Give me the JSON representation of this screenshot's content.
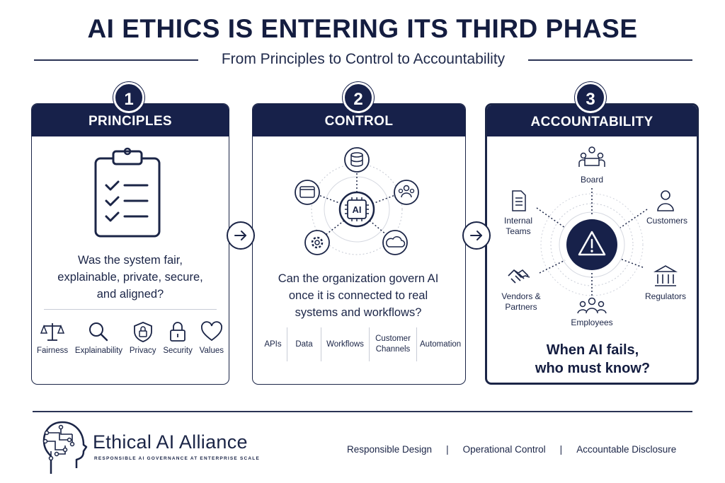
{
  "header": {
    "title": "AI ETHICS IS ENTERING ITS THIRD PHASE",
    "subtitle": "From Principles to Control to Accountability"
  },
  "phases": [
    {
      "number": "1",
      "title": "PRINCIPLES",
      "question": [
        "Was the system fair,",
        "explainable, private, secure,",
        "and aligned?"
      ],
      "items": [
        {
          "label": "Fairness",
          "icon": "scales-icon"
        },
        {
          "label": "Explainability",
          "icon": "magnifier-icon"
        },
        {
          "label": "Privacy",
          "icon": "shield-lock-icon"
        },
        {
          "label": "Security",
          "icon": "padlock-icon"
        },
        {
          "label": "Values",
          "icon": "heart-icon"
        }
      ]
    },
    {
      "number": "2",
      "title": "CONTROL",
      "hub_label": "AI",
      "question": [
        "Can the organization govern AI",
        "once it is connected to real",
        "systems and workflows?"
      ],
      "items": [
        "APIs",
        "Data",
        "Workflows",
        "Customer Channels",
        "Automation"
      ],
      "items_display": [
        [
          "APIs"
        ],
        [
          "Data"
        ],
        [
          "Workflows"
        ],
        [
          "Customer",
          "Channels"
        ],
        [
          "Automation"
        ]
      ]
    },
    {
      "number": "3",
      "title": "ACCOUNTABILITY",
      "stakeholders": [
        "Board",
        "Internal Teams",
        "Customers",
        "Vendors & Partners",
        "Regulators",
        "Employees"
      ],
      "stakeholders_display": {
        "board": "Board",
        "internal_teams": [
          "Internal",
          "Teams"
        ],
        "customers": "Customers",
        "vendors": [
          "Vendors &",
          "Partners"
        ],
        "regulators": "Regulators",
        "employees": "Employees"
      },
      "question": [
        "When AI fails,",
        "who must know?"
      ]
    }
  ],
  "footer": {
    "brand": "Ethical AI Alliance",
    "tagline": "RESPONSIBLE AI GOVERNANCE AT ENTERPRISE SCALE",
    "links": [
      "Responsible Design",
      "Operational Control",
      "Accountable Disclosure"
    ],
    "separator": "|"
  },
  "colors": {
    "navy": "#17214a",
    "text": "#1b2547",
    "white": "#ffffff"
  }
}
